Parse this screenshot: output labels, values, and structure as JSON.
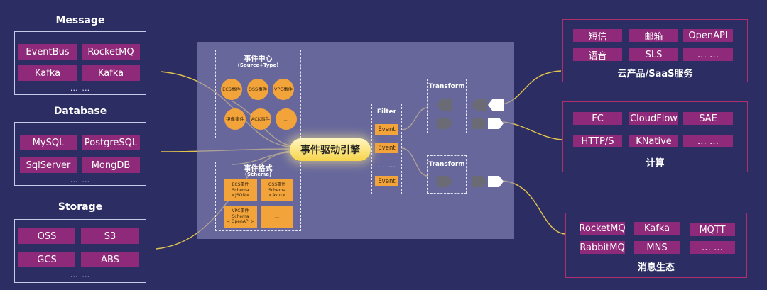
{
  "sources": {
    "message": {
      "title": "Message",
      "items": [
        "EventBus",
        "RocketMQ",
        "Kafka",
        "Kafka"
      ],
      "more": "… …"
    },
    "database": {
      "title": "Database",
      "items": [
        "MySQL",
        "PostgreSQL",
        "SqlServer",
        "MongDB"
      ],
      "more": "… …"
    },
    "storage": {
      "title": "Storage",
      "items": [
        "OSS",
        "S3",
        "GCS",
        "ABS"
      ],
      "more": "… …"
    }
  },
  "event_center": {
    "title": "事件中心",
    "subtitle": "(Source+Type)",
    "circles": [
      [
        "ECS",
        "事件"
      ],
      [
        "OSS",
        "事件"
      ],
      [
        "VPC",
        "事件"
      ],
      [
        "镜像",
        "事件"
      ],
      [
        "ACK",
        "事件"
      ],
      [
        "…"
      ]
    ]
  },
  "event_schema": {
    "title": "事件格式",
    "subtitle": "(Schema)",
    "notes": [
      [
        "ECS事件",
        "Schema",
        "<JSON>"
      ],
      [
        "OSS事件",
        "Schema",
        "<Avro>"
      ],
      [
        "VPC事件",
        "Schema",
        "< OpenAPI >"
      ],
      [
        "…"
      ]
    ]
  },
  "engine_label": "事件驱动引擎",
  "filter": {
    "title": "Filter",
    "events": [
      "Event",
      "Event",
      "Event"
    ],
    "dots": "… …"
  },
  "transforms": [
    "Transform",
    "Transform"
  ],
  "targets": {
    "cloud": {
      "title": "云产品/SaaS服务",
      "items": [
        "短信",
        "邮箱",
        "OpenAPI",
        "语音",
        "SLS",
        "… …"
      ]
    },
    "compute": {
      "title": "计算",
      "items": [
        "FC",
        "CloudFlow",
        "SAE",
        "HTTP/S",
        "KNative",
        "… …"
      ]
    },
    "messaging": {
      "title": "消息生态",
      "items": [
        "RocketMQ",
        "Kafka",
        "MQTT",
        "RabbitMQ",
        "MNS",
        "… …"
      ]
    }
  },
  "colors": {
    "background": "#2b2d63",
    "tag": "#8f2a7a",
    "accent": "#f2a33a",
    "engine": "#f7d44a"
  }
}
